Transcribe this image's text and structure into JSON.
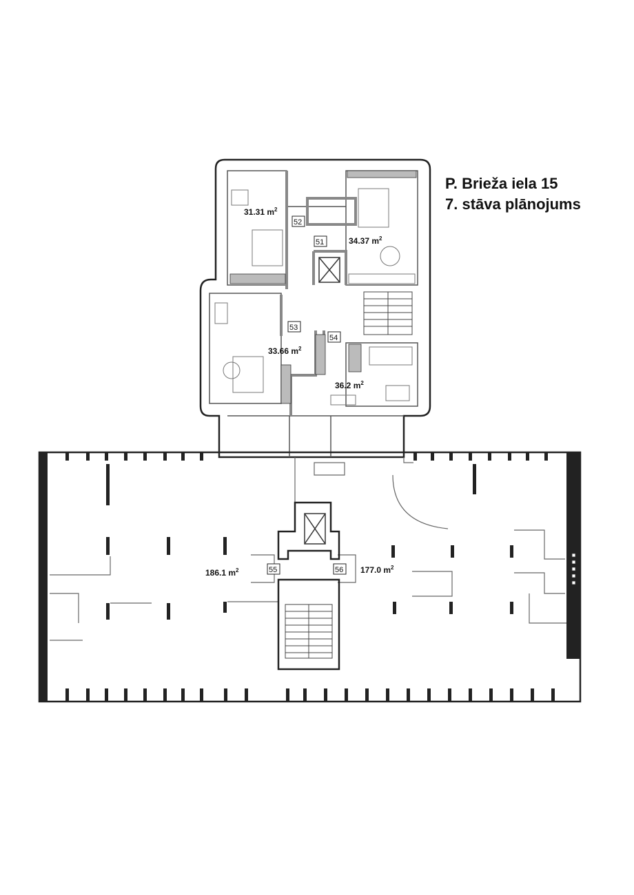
{
  "title": {
    "line1": "P. Brieža iela 15",
    "line2": "7. stāva plānojums"
  },
  "units": [
    {
      "id": "52",
      "area": "31.31",
      "unit": "m",
      "exp": "2"
    },
    {
      "id": "51",
      "area": "34.37",
      "unit": "m",
      "exp": "2"
    },
    {
      "id": "53",
      "area": "33.66",
      "unit": "m",
      "exp": "2"
    },
    {
      "id": "54",
      "area": "36.2",
      "unit": "m",
      "exp": "2"
    },
    {
      "id": "55",
      "area": "186.1",
      "unit": "m",
      "exp": "2"
    },
    {
      "id": "56",
      "area": "177.0",
      "unit": "m",
      "exp": "2"
    }
  ]
}
